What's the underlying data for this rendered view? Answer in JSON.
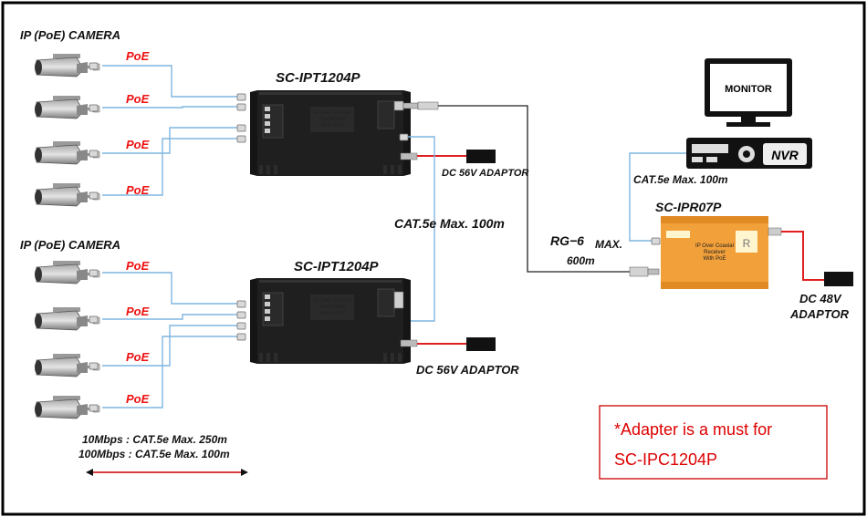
{
  "groups": [
    {
      "title": "IP (PoE) CAMERA",
      "device": "SC-IPT1204P",
      "adaptor": "DC 56V ADAPTOR"
    },
    {
      "title": "IP (PoE) CAMERA",
      "device": "SC-IPT1204P",
      "adaptor": "DC 56V ADAPTOR"
    }
  ],
  "poe_label": "PoE",
  "transmitter_face": {
    "line1": "IP Over Coaxial",
    "line2": "Transmitter",
    "line3": "With PoE"
  },
  "receiver": {
    "name": "SC-IPR07P",
    "face_line1": "IP Over Coaxial",
    "face_line2": "Receiver",
    "face_line3": "With PoE",
    "adaptor_line1": "DC 48V",
    "adaptor_line2": "ADAPTOR"
  },
  "cat5_link": "CAT.5e Max. 100m",
  "cat5_nvr": "CAT.5e Max. 100m",
  "rg6": {
    "line1": "RG−6",
    "line1b": "MAX.",
    "line2": "600m"
  },
  "monitor_label": "MONITOR",
  "nvr_label": "NVR",
  "distance_note": {
    "line1": "10Mbps : CAT.5e Max. 250m",
    "line2": "100Mbps : CAT.5e Max. 100m"
  },
  "warning": {
    "line1": "*Adapter is a must for",
    "line2": "SC-IPC1204P"
  },
  "colors": {
    "poe": "#e11111",
    "utp": "#7fb6e0",
    "coax": "#222222",
    "power": "#e02020",
    "receiver": "#f2a03a"
  }
}
